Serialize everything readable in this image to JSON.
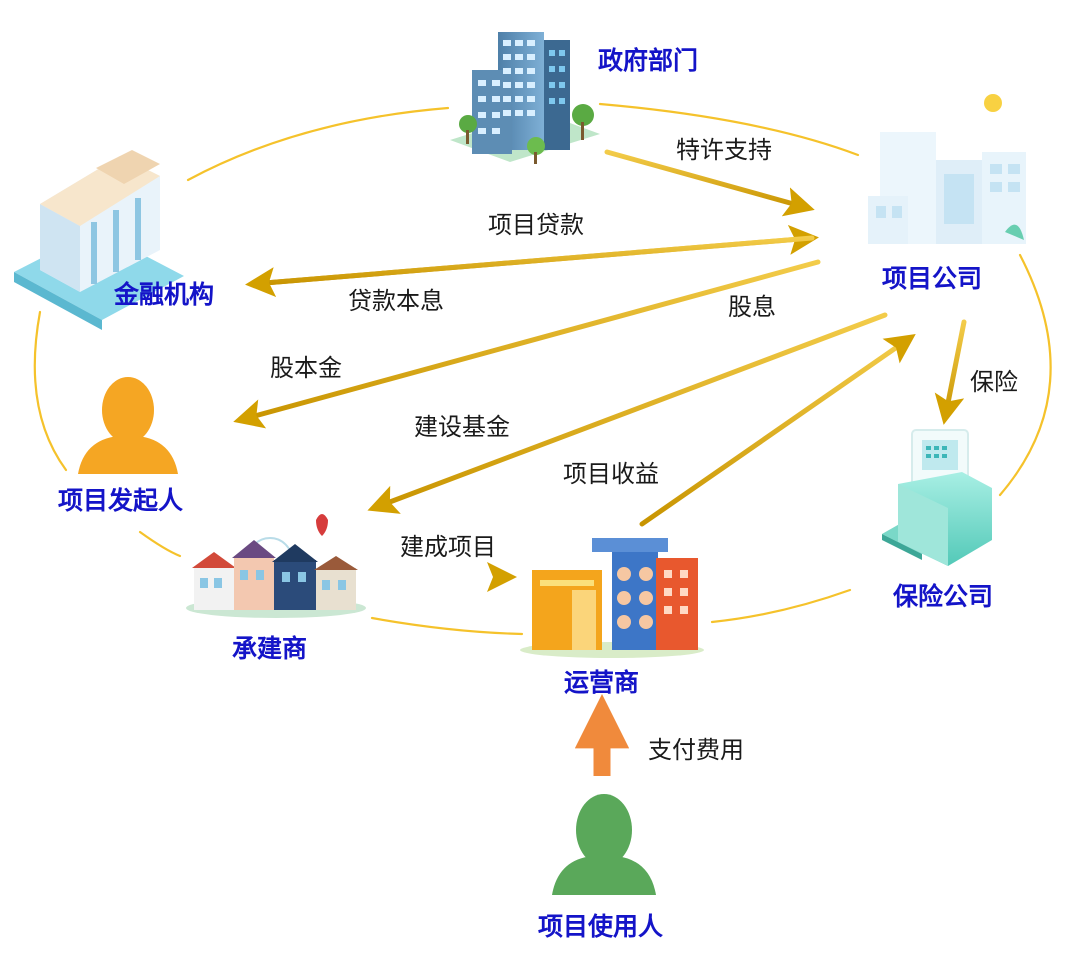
{
  "nodes": {
    "government": "政府部门",
    "project_company": "项目公司",
    "financial_institution": "金融机构",
    "project_sponsor": "项目发起人",
    "contractor": "承建商",
    "operator": "运营商",
    "insurance_company": "保险公司",
    "project_user": "项目使用人"
  },
  "edges": {
    "concession_support": "特许支持",
    "project_loan": "项目贷款",
    "loan_principal_interest": "贷款本息",
    "dividend": "股息",
    "equity_capital": "股本金",
    "construction_fund": "建设基金",
    "project_revenue": "项目收益",
    "completed_project": "建成项目",
    "insurance": "保险",
    "payment": "支付费用"
  },
  "colors": {
    "node_label": "#1414c8",
    "edge_label": "#1a1a1a",
    "ring": "#f5c22b",
    "arrow": "#d7a600",
    "payment_arrow": "#f08a3c",
    "sponsor_person": "#f5a623",
    "user_person": "#5aa85a"
  },
  "icons": {
    "government": "office-building-icon",
    "project_company": "city-buildings-icon",
    "financial_institution": "bank-icon",
    "project_sponsor": "person-icon",
    "contractor": "townhouses-icon",
    "operator": "colorful-building-icon",
    "insurance_company": "insurance-kiosk-icon",
    "project_user": "person-icon"
  }
}
